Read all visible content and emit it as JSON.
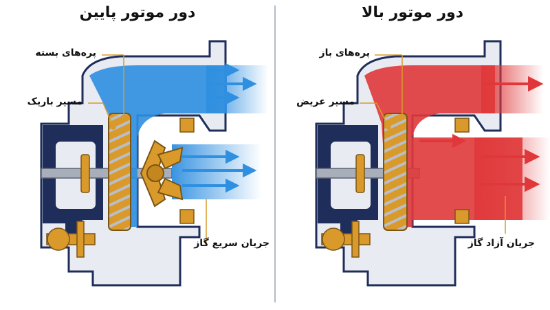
{
  "left_panel": {
    "title": "دور موتور پایین",
    "label_closed_vanes": "پره‌های بسته",
    "label_narrow_path": "مسیر باریک",
    "label_flow": "جریان سریع گاز"
  },
  "right_panel": {
    "title": "دور موتور بالا",
    "label_open_vanes": "پره‌های باز",
    "label_wide_path": "مسیر عریض",
    "label_flow": "جریان آزاد گاز"
  },
  "colors": {
    "housing_dark": "#1f2d5a",
    "housing_light": "#e8ecf2",
    "vane_gold": "#d99a2b",
    "flow_blue": "#2f8fe0",
    "flow_red": "#e0383a",
    "divider": "#9aa3b5"
  }
}
